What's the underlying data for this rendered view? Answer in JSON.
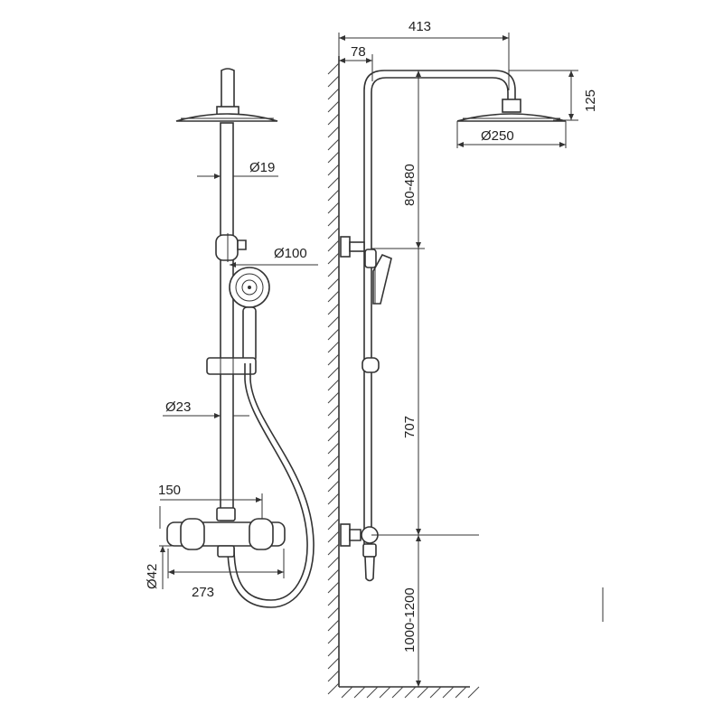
{
  "front_view": {
    "dim_pipe": "Ø19",
    "dim_hand_shower": "Ø100",
    "dim_slider": "Ø23",
    "dim_outlet_spacing": "150",
    "dim_inlet": "Ø42",
    "dim_valve_width": "273"
  },
  "side_view": {
    "dim_projection": "413",
    "dim_wall_offset": "78",
    "dim_head_height": "125",
    "dim_head_diameter": "Ø250",
    "dim_adjust_range": "80-480",
    "dim_bar_length": "707",
    "dim_floor_height": "1000-1200"
  }
}
